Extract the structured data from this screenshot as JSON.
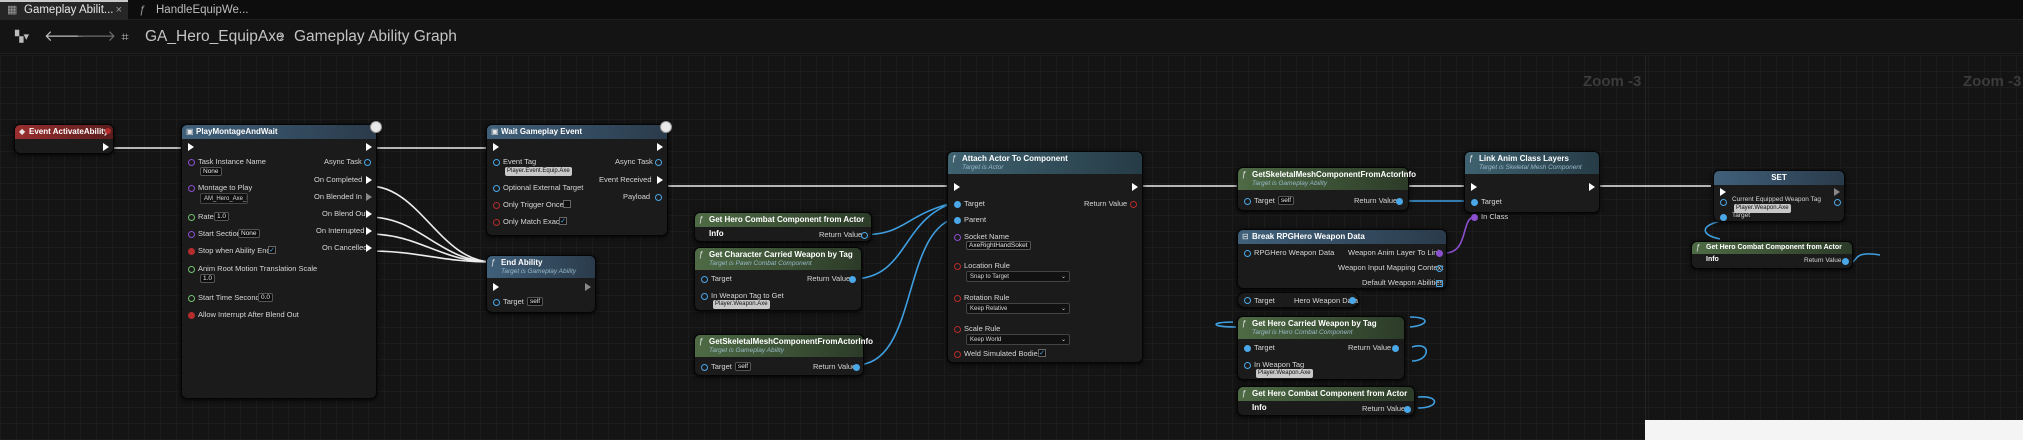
{
  "tabs": [
    {
      "label": "Gameplay Abilit...",
      "close": "×",
      "icon": "graph-icon",
      "active": true
    },
    {
      "label": "HandleEquipWe...",
      "icon": "function-icon",
      "active": false
    }
  ],
  "toolbar": {
    "breadcrumb_root": "GA_Hero_EquipAxe",
    "separator": "›",
    "breadcrumb_current": "Gameplay Ability Graph"
  },
  "zoom_left": "Zoom -3",
  "zoom_right": "Zoom -3",
  "nodes": {
    "event": {
      "title": "Event ActivateAbility"
    },
    "montage": {
      "title": "PlayMontageAndWait",
      "task_instance_name": "Task Instance Name",
      "task_value": "None",
      "montage_to_play": "Montage to Play",
      "montage_value": "AM_Hero_Axe_E",
      "rate": "Rate",
      "rate_value": "1.0",
      "start_section": "Start Section",
      "start_section_value": "None",
      "stop_ability_ends": "Stop when Ability Ends",
      "anim_root": "Anim Root Motion Translation Scale",
      "anim_root_value": "1.0",
      "start_time": "Start Time Seconds",
      "start_time_value": "0.0",
      "allow_interrupt": "Allow Interrupt After Blend Out",
      "async_task": "Async Task",
      "on_completed": "On Completed",
      "on_blended_in": "On Blended In",
      "on_blend_out": "On Blend Out",
      "on_interrupted": "On Interrupted",
      "on_cancelled": "On Cancelled"
    },
    "wait_event": {
      "title": "Wait Gameplay Event",
      "event_tag": "Event Tag",
      "event_tag_value": "Player.Event.Equip.Axe",
      "optional_target": "Optional External Target",
      "only_trigger_once": "Only Trigger Once",
      "only_match_exact": "Only Match Exact",
      "async_task": "Async Task",
      "event_received": "Event Received",
      "payload": "Payload"
    },
    "end_ability": {
      "title": "End Ability",
      "subtitle": "Target is Gameplay Ability",
      "target": "Target",
      "target_value": "self"
    },
    "get_hero_combat_1": {
      "title": "Get Hero Combat Component from Actor Info",
      "return_value": "Return Value"
    },
    "get_char_carried": {
      "title": "Get Character Carried Weapon by Tag",
      "subtitle": "Target is Pawn Combat Component",
      "target": "Target",
      "return_value": "Return Value",
      "in_tag": "In Weapon Tag to Get",
      "in_tag_value": "Player.Weapon.Axe"
    },
    "get_skel_1": {
      "title": "GetSkeletalMeshComponentFromActorInfo",
      "subtitle": "Target is Gameplay Ability",
      "target": "Target",
      "target_value": "self",
      "return_value": "Return Value"
    },
    "attach": {
      "title": "Attach Actor To Component",
      "subtitle": "Target is Actor",
      "target": "Target",
      "parent": "Parent",
      "return_value": "Return Value",
      "socket_name": "Socket Name",
      "socket_value": "AxeRightHandSoket",
      "location_rule": "Location Rule",
      "location_value": "Snap to Target",
      "rotation_rule": "Rotation Rule",
      "rotation_value": "Keep Relative",
      "scale_rule": "Scale Rule",
      "scale_value": "Keep World",
      "weld": "Weld Simulated Bodies"
    },
    "get_skel_2": {
      "title": "GetSkeletalMeshComponentFromActorInfo",
      "subtitle": "Target is Gameplay Ability",
      "target": "Target",
      "target_value": "self",
      "return_value": "Return Value"
    },
    "break_rpg": {
      "title": "Break RPGHero Weapon Data",
      "rpg_hero": "RPGHero Weapon Data",
      "anim_layer": "Weapon Anim Layer To Link",
      "input_mapping": "Weapon Input Mapping Context",
      "default_abilities": "Default Weapon Abilities"
    },
    "reroute": {
      "target": "Target",
      "hero_weapon_data": "Hero Weapon Data"
    },
    "get_hero_carried": {
      "title": "Get Hero Carried Weapon by Tag",
      "subtitle": "Target is Hero Combat Component",
      "target": "Target",
      "return_value": "Return Value",
      "in_tag": "In Weapon Tag",
      "in_tag_value": "Player.Weapon.Axe"
    },
    "get_hero_combat_2": {
      "title": "Get Hero Combat Component from Actor Info",
      "return_value": "Return Value"
    },
    "link_anim": {
      "title": "Link Anim Class Layers",
      "subtitle": "Target is Skeletal Mesh Component",
      "target": "Target",
      "in_class": "In Class"
    },
    "set_node": {
      "title": "SET",
      "current_weapon": "Current Equipped Weapon Tag",
      "current_weapon_value": "Player.Weapon.Axe",
      "target": "Target"
    },
    "get_hero_combat_3": {
      "title": "Get Hero Combat Component from Actor Info",
      "return_value": "Return Value"
    }
  }
}
